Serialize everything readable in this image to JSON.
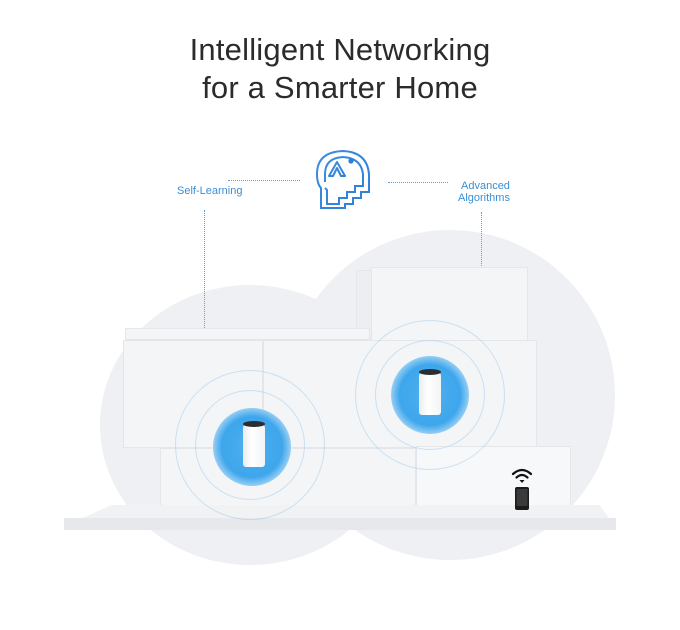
{
  "headline": {
    "line1": "Intelligent Networking",
    "line2": "for a Smarter Home"
  },
  "features": {
    "left": "Self-Learning",
    "right_line1": "Advanced",
    "right_line2": "Algorithms"
  },
  "icons": {
    "center": "ai-head-icon",
    "phone": "smartphone-wifi-icon",
    "routers": [
      "mesh-router-unit",
      "mesh-router-unit"
    ]
  },
  "colors": {
    "accent": "#3a8fd6",
    "headline": "#2b2b2b",
    "glow": "#3ea6ec",
    "background": "#ffffff",
    "cloud": "#eef0f3"
  }
}
